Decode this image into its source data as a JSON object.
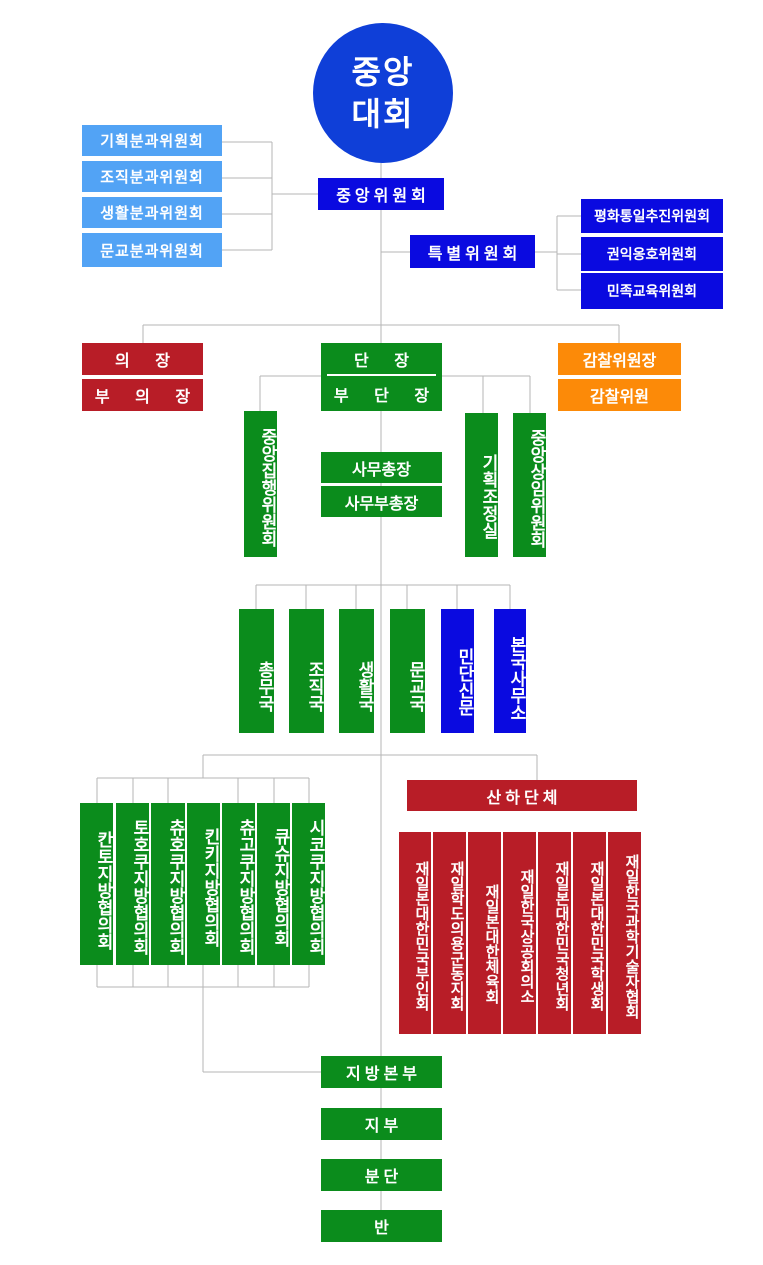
{
  "top": {
    "line1": "중앙",
    "line2": "대회"
  },
  "central_committee": "중앙위원회",
  "branch_committees": [
    "기획분과위원회",
    "조직분과위원회",
    "생활분과위원회",
    "문교분과위원회"
  ],
  "special_committee": "특별위원회",
  "special_subcommittees": [
    "평화통일추진위원회",
    "권익옹호위원회",
    "민족교육위원회"
  ],
  "chair": {
    "title": "의 장",
    "deputy": "부 의 장"
  },
  "leader": {
    "title": "단 장",
    "deputy": "부 단 장"
  },
  "audit": {
    "chief": "감찰위원장",
    "member": "감찰위원"
  },
  "executive_committee": "중앙집행위원회",
  "planning_office": "기획조정실",
  "standing_committee": "중앙상임위원회",
  "secretary_general": "사무총장",
  "deputy_secretary_general": "사무부총장",
  "bureaus": [
    "총무국",
    "조직국",
    "생활국",
    "문교국",
    "민단신문",
    "본국사무소"
  ],
  "regional_councils": [
    "칸토지방협의회",
    "토호쿠지방협의회",
    "츄호쿠지방협의회",
    "킨키지방협의회",
    "츄고쿠지방협의회",
    "큐슈지방협의회",
    "시코쿠지방협의회"
  ],
  "affiliated": {
    "title": "산하단체",
    "orgs": [
      "재일본대한민국부인회",
      "재일학도의용군동지회",
      "재일본대한체육회",
      "재일한국상공회의소",
      "재일본대한민국청년회",
      "재일본대한민국학생회",
      "재일한국과학기술자협회"
    ]
  },
  "local_levels": [
    "지방본부",
    "지부",
    "분단",
    "반"
  ],
  "colors": {
    "blue": "#0f3fd8",
    "light_blue": "#52a3f5",
    "green": "#0b8c1c",
    "red": "#b81d27",
    "orange": "#fc8a08",
    "line": "#b5b5b5"
  }
}
